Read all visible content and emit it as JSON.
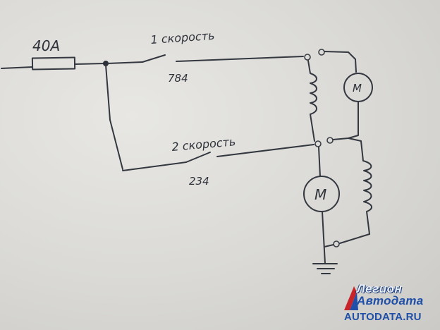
{
  "labels": {
    "fuse_rating": "40А",
    "speed1_label": "1 скорость",
    "speed1_pins": "784",
    "speed2_label": "2 скорость",
    "speed2_pins": "234",
    "motor_small": "М",
    "motor_large": "М"
  },
  "watermark": {
    "line1": "Легион",
    "line2": "Автодата",
    "line3": "AUTODATA.RU",
    "colors": {
      "brand_blue": "#1f4fa8",
      "brand_red": "#c8252b"
    }
  },
  "colors": {
    "ink": "#33373f",
    "paper": "#dad9d5"
  }
}
